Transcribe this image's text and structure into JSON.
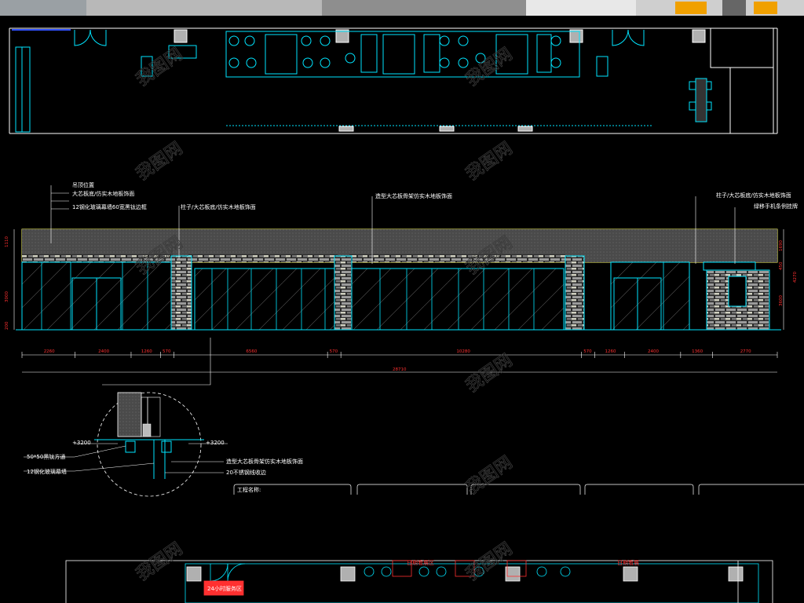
{
  "colors": {
    "background": "#000000",
    "wall": "#00e5ff",
    "frame": "#ffffff",
    "dimension": "#ff3030",
    "ceiling_band": "#ffff66",
    "column_fill": "#c8c8c8",
    "watermark": "#3a3a3a"
  },
  "watermark": {
    "text": "我图网",
    "icon": "wotu-logo-watermark"
  },
  "elevation": {
    "callouts_left": [
      "吊顶位置",
      "大芯板底/仿实木地板饰面",
      "12钢化玻璃幕墙60宽黑钛边框"
    ],
    "callout_col1": "柱子/大芯板底/仿实木地板饰面",
    "callout_center": "造型大芯板骨架仿实木地板饰面",
    "callout_right": [
      "柱子/大芯板底/仿实木地板饰面",
      "绿移手机条例挂牌"
    ],
    "bottom_dims": [
      "2260",
      "2400",
      "1260",
      "570",
      "6560",
      "570",
      "10280",
      "570",
      "1260",
      "2400",
      "1360",
      "2770"
    ],
    "total_dim": "28710",
    "left_dims": [
      "1110",
      "3000",
      "200"
    ],
    "right_dims": [
      "1690",
      "450",
      "3600",
      "4270"
    ]
  },
  "detail": {
    "level_left": "+3200",
    "level_right": "+3200",
    "notes_left": [
      "50*50黑钛方通",
      "12钢化玻璃幕墙"
    ],
    "notes_right": [
      "造型大芯板骨架仿实木地板饰面",
      "20不锈钢线收边"
    ]
  },
  "title_block": {
    "label": "工程名称:"
  },
  "bottom_plan": {
    "label1": "日期看展区",
    "label2": "日期看展",
    "label3": "24小时服务区"
  }
}
